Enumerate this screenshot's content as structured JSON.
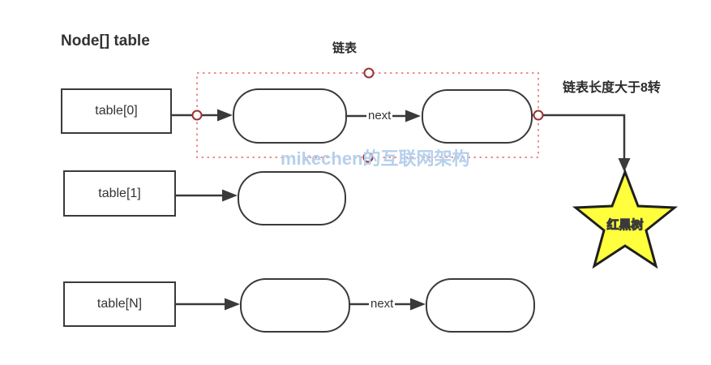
{
  "title": "Node[] table",
  "watermark": "mikechen的互联网架构",
  "labels": {
    "linked_list": "链表",
    "treeify_note": "链表长度大于8转",
    "red_black_tree": "红黑树",
    "next": "next"
  },
  "buckets": [
    {
      "label": "table[0]"
    },
    {
      "label": "table[1]"
    },
    {
      "label": "table[N]"
    }
  ],
  "colors": {
    "shape_border": "#3a3a3a",
    "selection_dotted": "#f08c8c",
    "selection_handle": "#993333",
    "star_fill": "#ffff3d",
    "star_border": "#1f1f1f",
    "watermark": "#b6d0ec",
    "text": "#333333"
  }
}
